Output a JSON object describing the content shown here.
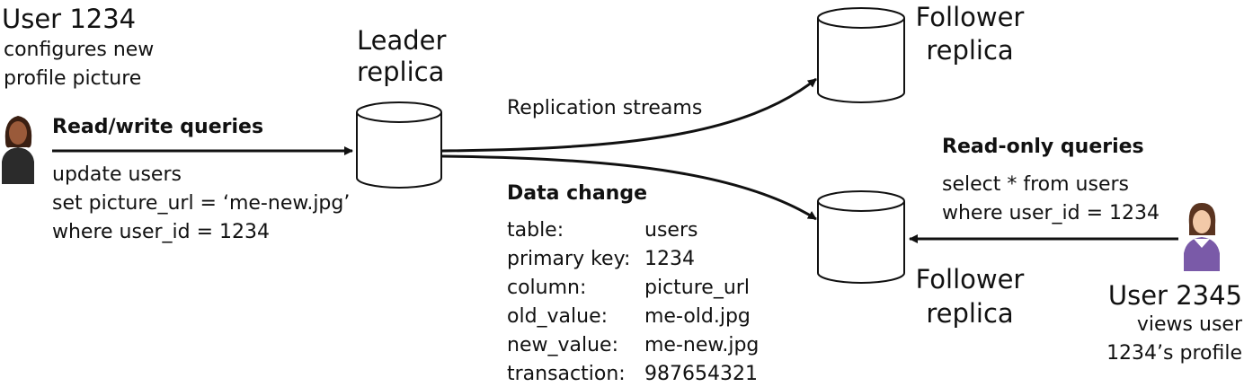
{
  "user1": {
    "title": "User 1234",
    "desc_line1": "configures new",
    "desc_line2": "profile picture"
  },
  "leader": {
    "label_line1": "Leader",
    "label_line2": "replica"
  },
  "follower_top": {
    "label_line1": "Follower",
    "label_line2": "replica"
  },
  "follower_bottom": {
    "label_line1": "Follower",
    "label_line2": "replica"
  },
  "rw_queries": {
    "title": "Read/write queries",
    "line1": "update users",
    "line2": "set picture_url = ‘me-new.jpg’",
    "line3": "where user_id = 1234"
  },
  "replication": {
    "label": "Replication streams"
  },
  "data_change": {
    "title": "Data change",
    "rows": [
      {
        "key": "table:",
        "value": "users"
      },
      {
        "key": "primary key:",
        "value": "1234"
      },
      {
        "key": "column:",
        "value": "picture_url"
      },
      {
        "key": "old_value:",
        "value": "me-old.jpg"
      },
      {
        "key": "new_value:",
        "value": "me-new.jpg"
      },
      {
        "key": "transaction:",
        "value": "987654321"
      }
    ]
  },
  "ro_queries": {
    "title": "Read-only queries",
    "line1": "select * from users",
    "line2": "where user_id = 1234"
  },
  "user2": {
    "title": "User 2345",
    "desc_line1": "views user",
    "desc_line2": "1234’s profile"
  },
  "colors": {
    "ink": "#111111",
    "user1_skin": "#9a5a3a",
    "user1_hair": "#3a1f12",
    "user1_shirt": "#2b2b2b",
    "user2_skin": "#f2c9a8",
    "user2_hair": "#5a3420",
    "user2_shirt": "#7a5aa8"
  }
}
